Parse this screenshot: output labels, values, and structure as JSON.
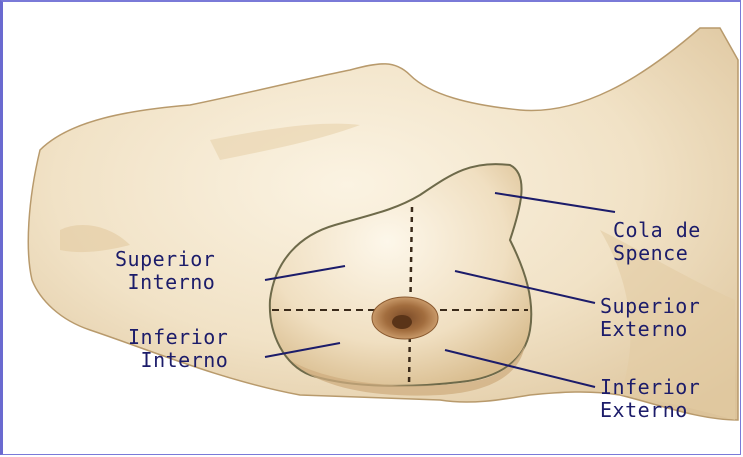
{
  "diagram": {
    "labels": {
      "cola_de_spence": {
        "line1": "Cola de",
        "line2": "Spence"
      },
      "superior_interno": {
        "line1": "Superior",
        "line2": "Interno"
      },
      "inferior_interno": {
        "line1": "Inferior",
        "line2": "Interno"
      },
      "superior_externo": {
        "line1": "Superior",
        "line2": "Externo"
      },
      "inferior_externo": {
        "line1": "Inferior",
        "line2": "Externo"
      }
    },
    "colors": {
      "label_text": "#1c1c6a",
      "leader_line": "#1c1c6a",
      "frame_border": "#7a7ad8",
      "skin_light": "#f3e7cf",
      "skin_shadow": "#d8bf93",
      "areola": "#a06a3a"
    }
  }
}
